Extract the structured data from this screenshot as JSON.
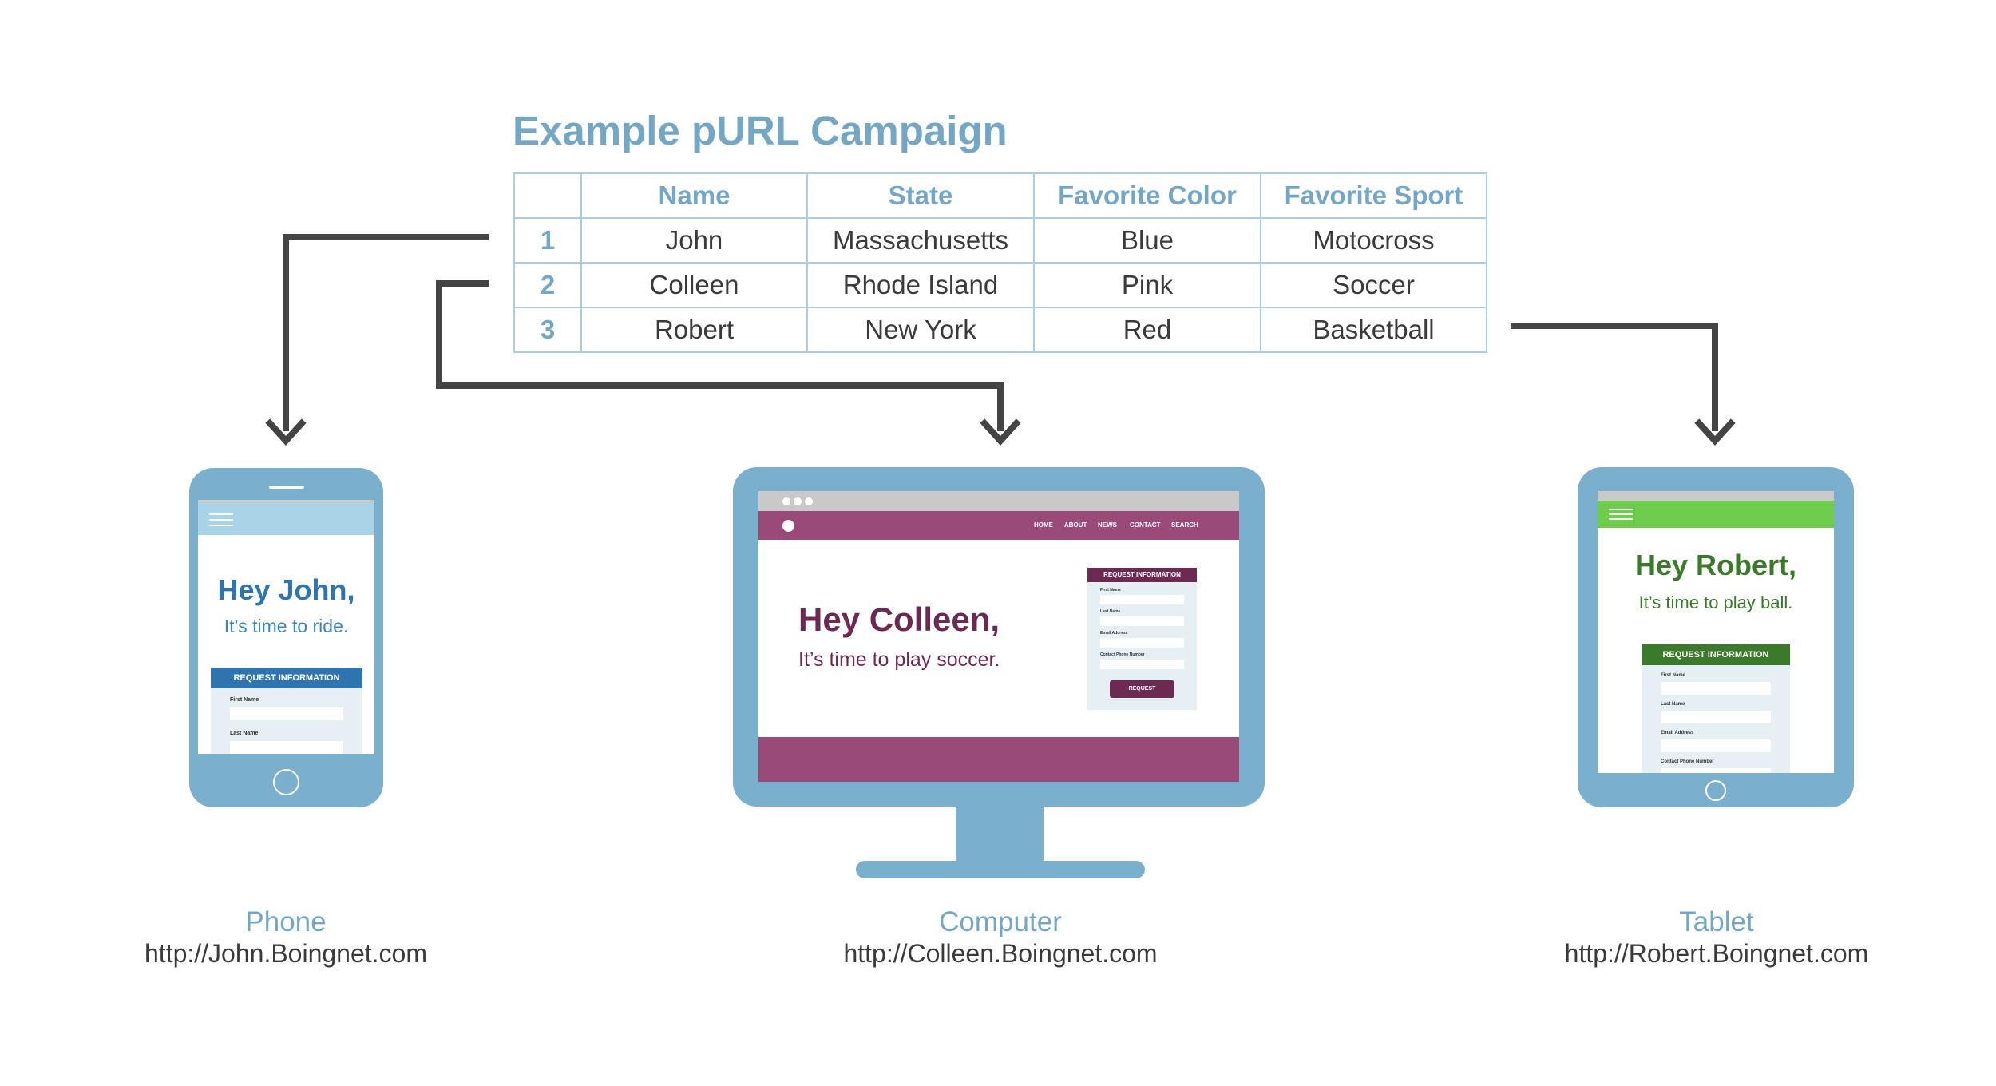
{
  "title": "Example pURL Campaign",
  "table": {
    "headers": [
      "",
      "Name",
      "State",
      "Favorite Color",
      "Favorite Sport"
    ],
    "rows": [
      [
        "1",
        "John",
        "Massachusetts",
        "Blue",
        "Motocross"
      ],
      [
        "2",
        "Colleen",
        "Rhode Island",
        "Pink",
        "Soccer"
      ],
      [
        "3",
        "Robert",
        "New York",
        "Red",
        "Basketball"
      ]
    ]
  },
  "devices": {
    "phone": {
      "caption": "Phone",
      "url": "http://John.Boingnet.com",
      "greeting": "Hey John,",
      "subtext": "It’s time to ride.",
      "form_title": "REQUEST INFORMATION",
      "fields": [
        "First Name",
        "Last Name"
      ]
    },
    "computer": {
      "caption": "Computer",
      "url": "http://Colleen.Boingnet.com",
      "greeting": "Hey Colleen,",
      "subtext": "It’s time to play soccer.",
      "nav": [
        "HOME",
        "ABOUT",
        "NEWS",
        "CONTACT",
        "SEARCH"
      ],
      "form_title": "REQUEST INFORMATION",
      "fields": [
        "First Name",
        "Last Name",
        "Email Address",
        "Contact Phone Number"
      ],
      "button": "REQUEST"
    },
    "tablet": {
      "caption": "Tablet",
      "url": "http://Robert.Boingnet.com",
      "greeting": "Hey Robert,",
      "subtext": "It’s time to play ball.",
      "form_title": "REQUEST INFORMATION",
      "fields": [
        "First Name",
        "Last Name",
        "Email Address",
        "Contact Phone Number"
      ]
    }
  },
  "colors": {
    "accent_blue": "#74a7c6",
    "device_frame": "#7aafcd",
    "connector": "#444444",
    "phone_theme": "#2f74ae",
    "computer_theme": "#9a4a79",
    "tablet_theme": "#6fcd4e"
  }
}
